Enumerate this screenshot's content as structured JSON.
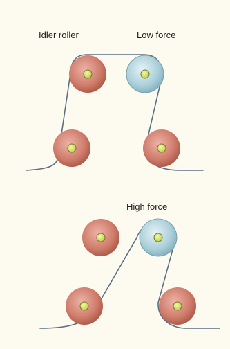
{
  "labels": {
    "idler_roller": "Idler roller",
    "low_force": "Low force",
    "high_force": "High force"
  },
  "colors": {
    "background": "#fdfbef",
    "idler_roller_fill": "#c96f5e",
    "force_roller_fill": "#a9ccd6",
    "hub_fill": "#d7e35a",
    "belt_stroke": "#5a6f86"
  },
  "panels": [
    {
      "name": "low-force",
      "rollers": [
        "idler",
        "force-sensing",
        "idler",
        "idler"
      ]
    },
    {
      "name": "high-force",
      "rollers": [
        "idler",
        "force-sensing",
        "idler",
        "idler"
      ]
    }
  ]
}
